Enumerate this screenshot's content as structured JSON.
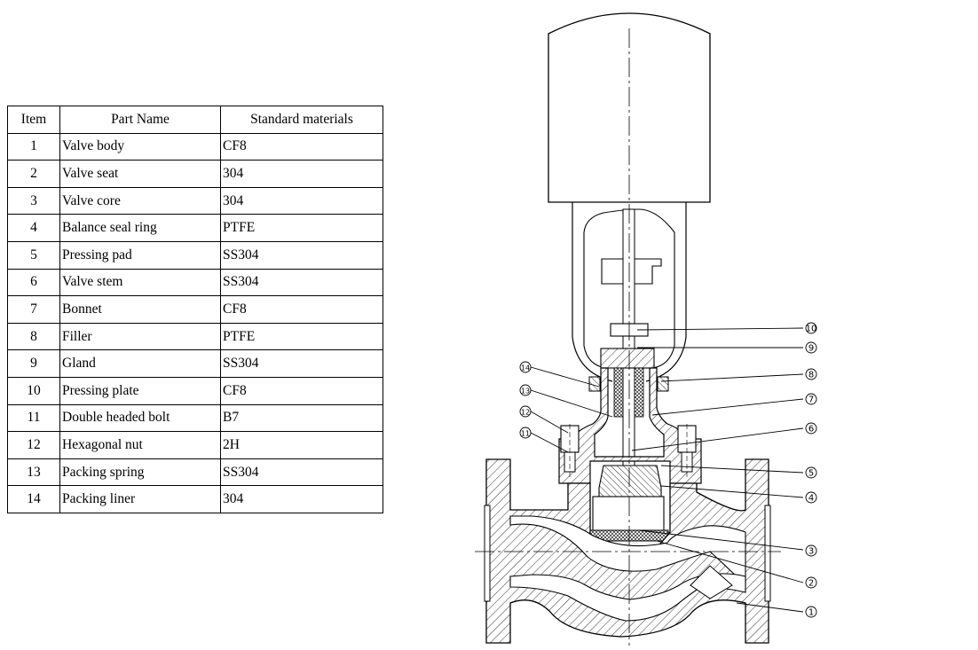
{
  "table": {
    "headers": [
      "Item",
      "Part Name",
      "Standard materials"
    ],
    "rows": [
      {
        "item": "1",
        "name": "Valve body",
        "material": "CF8"
      },
      {
        "item": "2",
        "name": "Valve seat",
        "material": "304"
      },
      {
        "item": "3",
        "name": "Valve core",
        "material": "304"
      },
      {
        "item": "4",
        "name": "Balance seal ring",
        "material": "PTFE"
      },
      {
        "item": "5",
        "name": "Pressing pad",
        "material": "SS304"
      },
      {
        "item": "6",
        "name": "Valve stem",
        "material": "SS304"
      },
      {
        "item": "7",
        "name": "Bonnet",
        "material": "CF8"
      },
      {
        "item": "8",
        "name": "Filler",
        "material": "PTFE"
      },
      {
        "item": "9",
        "name": "Gland",
        "material": "SS304"
      },
      {
        "item": "10",
        "name": "Pressing plate",
        "material": "CF8"
      },
      {
        "item": "11",
        "name": "Double headed bolt",
        "material": "B7"
      },
      {
        "item": "12",
        "name": "Hexagonal nut",
        "material": "2H"
      },
      {
        "item": "13",
        "name": "Packing spring",
        "material": "SS304"
      },
      {
        "item": "14",
        "name": "Packing liner",
        "material": "304"
      }
    ]
  },
  "callouts": [
    "1",
    "2",
    "3",
    "4",
    "5",
    "6",
    "7",
    "8",
    "9",
    "10",
    "11",
    "12",
    "13",
    "14"
  ]
}
